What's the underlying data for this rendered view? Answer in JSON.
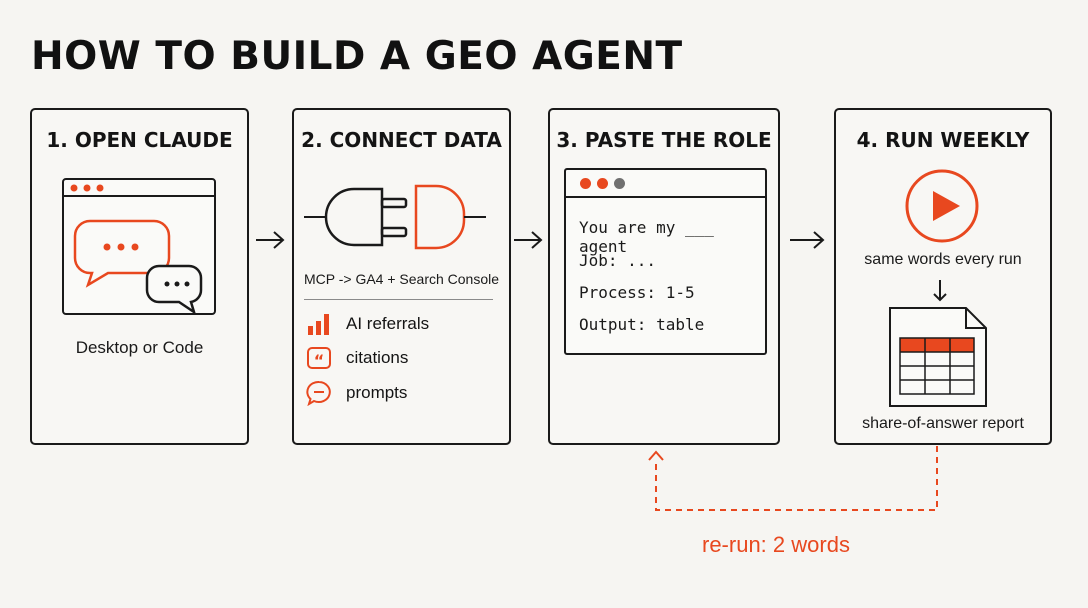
{
  "title": "HOW TO BUILD A GEO AGENT",
  "steps": [
    {
      "title": "1. OPEN CLAUDE",
      "caption": "Desktop or Code"
    },
    {
      "title": "2. CONNECT DATA",
      "caption": "MCP -> GA4 + Search Console",
      "items": [
        {
          "icon": "bar-chart-icon",
          "label": "AI referrals"
        },
        {
          "icon": "quote-icon",
          "label": "citations"
        },
        {
          "icon": "speech-bubble-icon",
          "label": "prompts"
        }
      ]
    },
    {
      "title": "3. PASTE THE ROLE",
      "lines": [
        "You are my ___ agent",
        "Job: ...",
        "Process: 1-5",
        "Output: table"
      ]
    },
    {
      "title": "4. RUN WEEKLY",
      "caption_top": "same words every run",
      "caption_bottom": "share-of-answer report"
    }
  ],
  "loop_label": "re-run: 2 words",
  "colors": {
    "accent": "#e8481f",
    "ink": "#1a1a1a",
    "background": "#f6f5f2"
  }
}
